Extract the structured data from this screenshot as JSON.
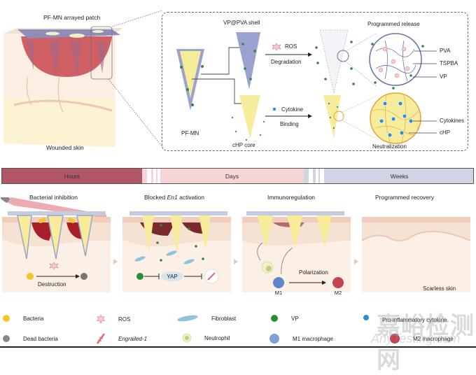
{
  "overview": {
    "patch_label": "PF-MN arrayed patch",
    "skin_label": "Wounded skin"
  },
  "mechanism": {
    "pfmn_label": "PF-MN",
    "shell_label": "VP@PVA shell",
    "core_label": "cHP core",
    "ros_label": "ROS",
    "degradation_label": "Degradation",
    "cytokine_label": "Cytokine",
    "binding_label": "Binding",
    "release_title": "Programmed release",
    "release_parts": [
      "PVA",
      "TSPBA",
      "VP"
    ],
    "neutralization_title": "Neutralization",
    "neutralization_parts": [
      "Cytokines",
      "cHP"
    ]
  },
  "timeline": {
    "segments": [
      {
        "label": "Hours",
        "color": "#b05666"
      },
      {
        "label": "Days",
        "color": "#f7d5d7"
      },
      {
        "label": "Weeks",
        "color": "#d0d5e6"
      }
    ]
  },
  "stages": [
    {
      "title": "Bacterial inhibition",
      "caption": "Destruction"
    },
    {
      "title_prefix": "Blocked ",
      "title_em": "En1",
      "title_suffix": " activation",
      "node_label": "YAP"
    },
    {
      "title": "Immunoregulation",
      "caption": "Polarization",
      "m1_label": "M1",
      "m2_label": "M2"
    },
    {
      "title": "Programmed recovery",
      "caption": "Scarless skin"
    }
  ],
  "legend": {
    "items": [
      {
        "label": "Bacteria",
        "icon": "bacteria-icon"
      },
      {
        "label": "Dead bacteria",
        "icon": "dead-bacteria-icon"
      },
      {
        "label": "ROS",
        "icon": "ros-icon"
      },
      {
        "label": "Engrailed-1",
        "icon": "dna-icon"
      },
      {
        "label": "Fibroblast",
        "icon": "fibroblast-icon"
      },
      {
        "label": "Neutrophil",
        "icon": "neutrophil-icon"
      },
      {
        "label": "VP",
        "icon": "vp-dot-icon"
      },
      {
        "label": "M1 macrophage",
        "icon": "m1-macrophage-icon"
      },
      {
        "label": "Pro-inflammatory cytokine",
        "icon": "cytokine-dot-icon"
      },
      {
        "label": "M2 macrophage",
        "icon": "m2-macrophage-icon"
      }
    ]
  },
  "watermark": {
    "text": "嘉峪检测网",
    "subtext": "AnyTesting.com"
  },
  "colors": {
    "hours": "#b05666",
    "days": "#f7d5d7",
    "weeks": "#d0d5e6",
    "vp": "#2e8b3a",
    "cytokine": "#2f8fd0",
    "core": "#f7ec9a",
    "shell": "#9aa3cf"
  }
}
